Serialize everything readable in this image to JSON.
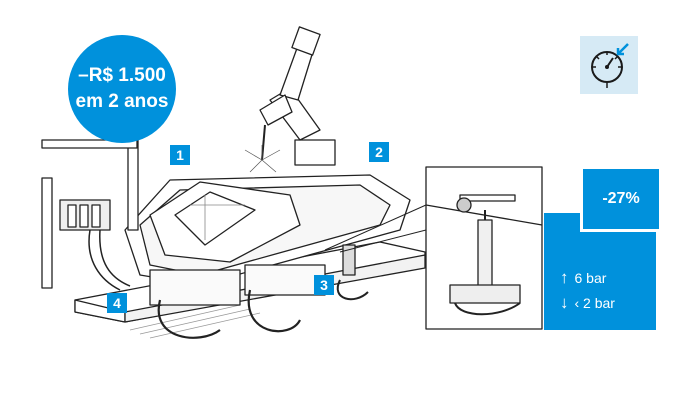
{
  "savings": {
    "line1": "–R$ 1.500",
    "line2": "em 2 anos"
  },
  "callouts": [
    "1",
    "2",
    "3",
    "4"
  ],
  "reduction": {
    "percent": "-27%"
  },
  "pressure": {
    "before_arrow": "↑",
    "before": "6 bar",
    "after_arrow": "↓",
    "after": "‹ 2 bar"
  },
  "icons": {
    "gauge": "pressure-gauge-icon"
  },
  "colors": {
    "accent": "#0091dc",
    "icon_bg": "#d6eaf5",
    "line": "#222222"
  }
}
